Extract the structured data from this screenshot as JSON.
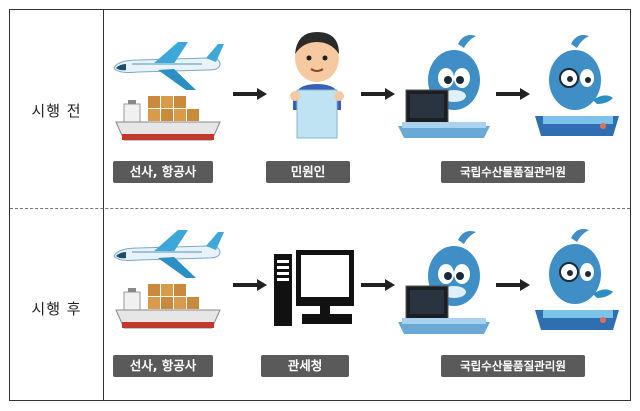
{
  "rows": [
    {
      "label": "시행 전",
      "stages": [
        {
          "label": "선사, 항공사",
          "icon": "plane-ship-icon"
        },
        {
          "label": "민원인",
          "icon": "person-document-icon"
        },
        {
          "label": "국립수산물품질관리원",
          "icon": "mascot-computer-icon"
        }
      ]
    },
    {
      "label": "시행 후",
      "stages": [
        {
          "label": "선사, 항공사",
          "icon": "plane-ship-icon"
        },
        {
          "label": "관세청",
          "icon": "computer-icon"
        },
        {
          "label": "국립수산물품질관리원",
          "icon": "mascot-computer-icon"
        }
      ]
    }
  ],
  "colors": {
    "pill": "#5a5a5a",
    "plane": "#3da7d9",
    "ship": "#e6e6e6",
    "mascot": "#3f8fc6"
  }
}
